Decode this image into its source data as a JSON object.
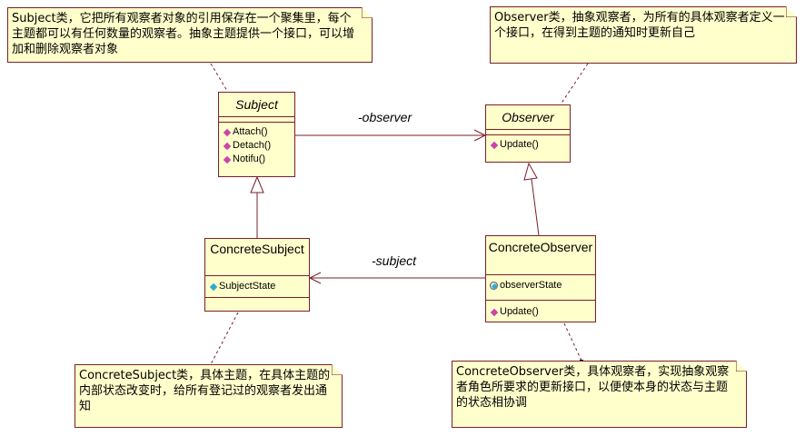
{
  "notes": {
    "subject_note": "Subject类，它把所有观察者对象的引用保存在一个聚集里，每个主题都可以有任何数量的观察者。抽象主题提供一个接口，可以增加和删除观察者对象",
    "observer_note": "Observer类，抽象观察者，为所有的具体观察者定义一个接口，在得到主题的通知时更新自己",
    "concrete_subject_note": "ConcreteSubject类，具体主题，在具体主题的内部状态改变时，给所有登记过的观察者发出通知",
    "concrete_observer_note": "ConcreteObserver类，具体观察者，实现抽象观察者角色所要求的更新接口，以便使本身的状态与主题的状态相协调"
  },
  "classes": {
    "subject": {
      "name": "Subject",
      "operations": [
        "Attach()",
        "Detach()",
        "Notifu()"
      ]
    },
    "observer": {
      "name": "Observer",
      "operations": [
        "Update()"
      ]
    },
    "concrete_subject": {
      "name": "ConcreteSubject",
      "attributes": [
        "SubjectState"
      ]
    },
    "concrete_observer": {
      "name": "ConcreteObserver",
      "attributes": [
        "observerState"
      ],
      "operations": [
        "Update()"
      ]
    }
  },
  "associations": {
    "observer_role": "-observer",
    "subject_role": "-subject"
  },
  "colors": {
    "note_fill": "#ffffcc",
    "border": "#7a1f2b",
    "operation_icon": "#cc44aa",
    "attribute_icon": "#33aacc"
  }
}
